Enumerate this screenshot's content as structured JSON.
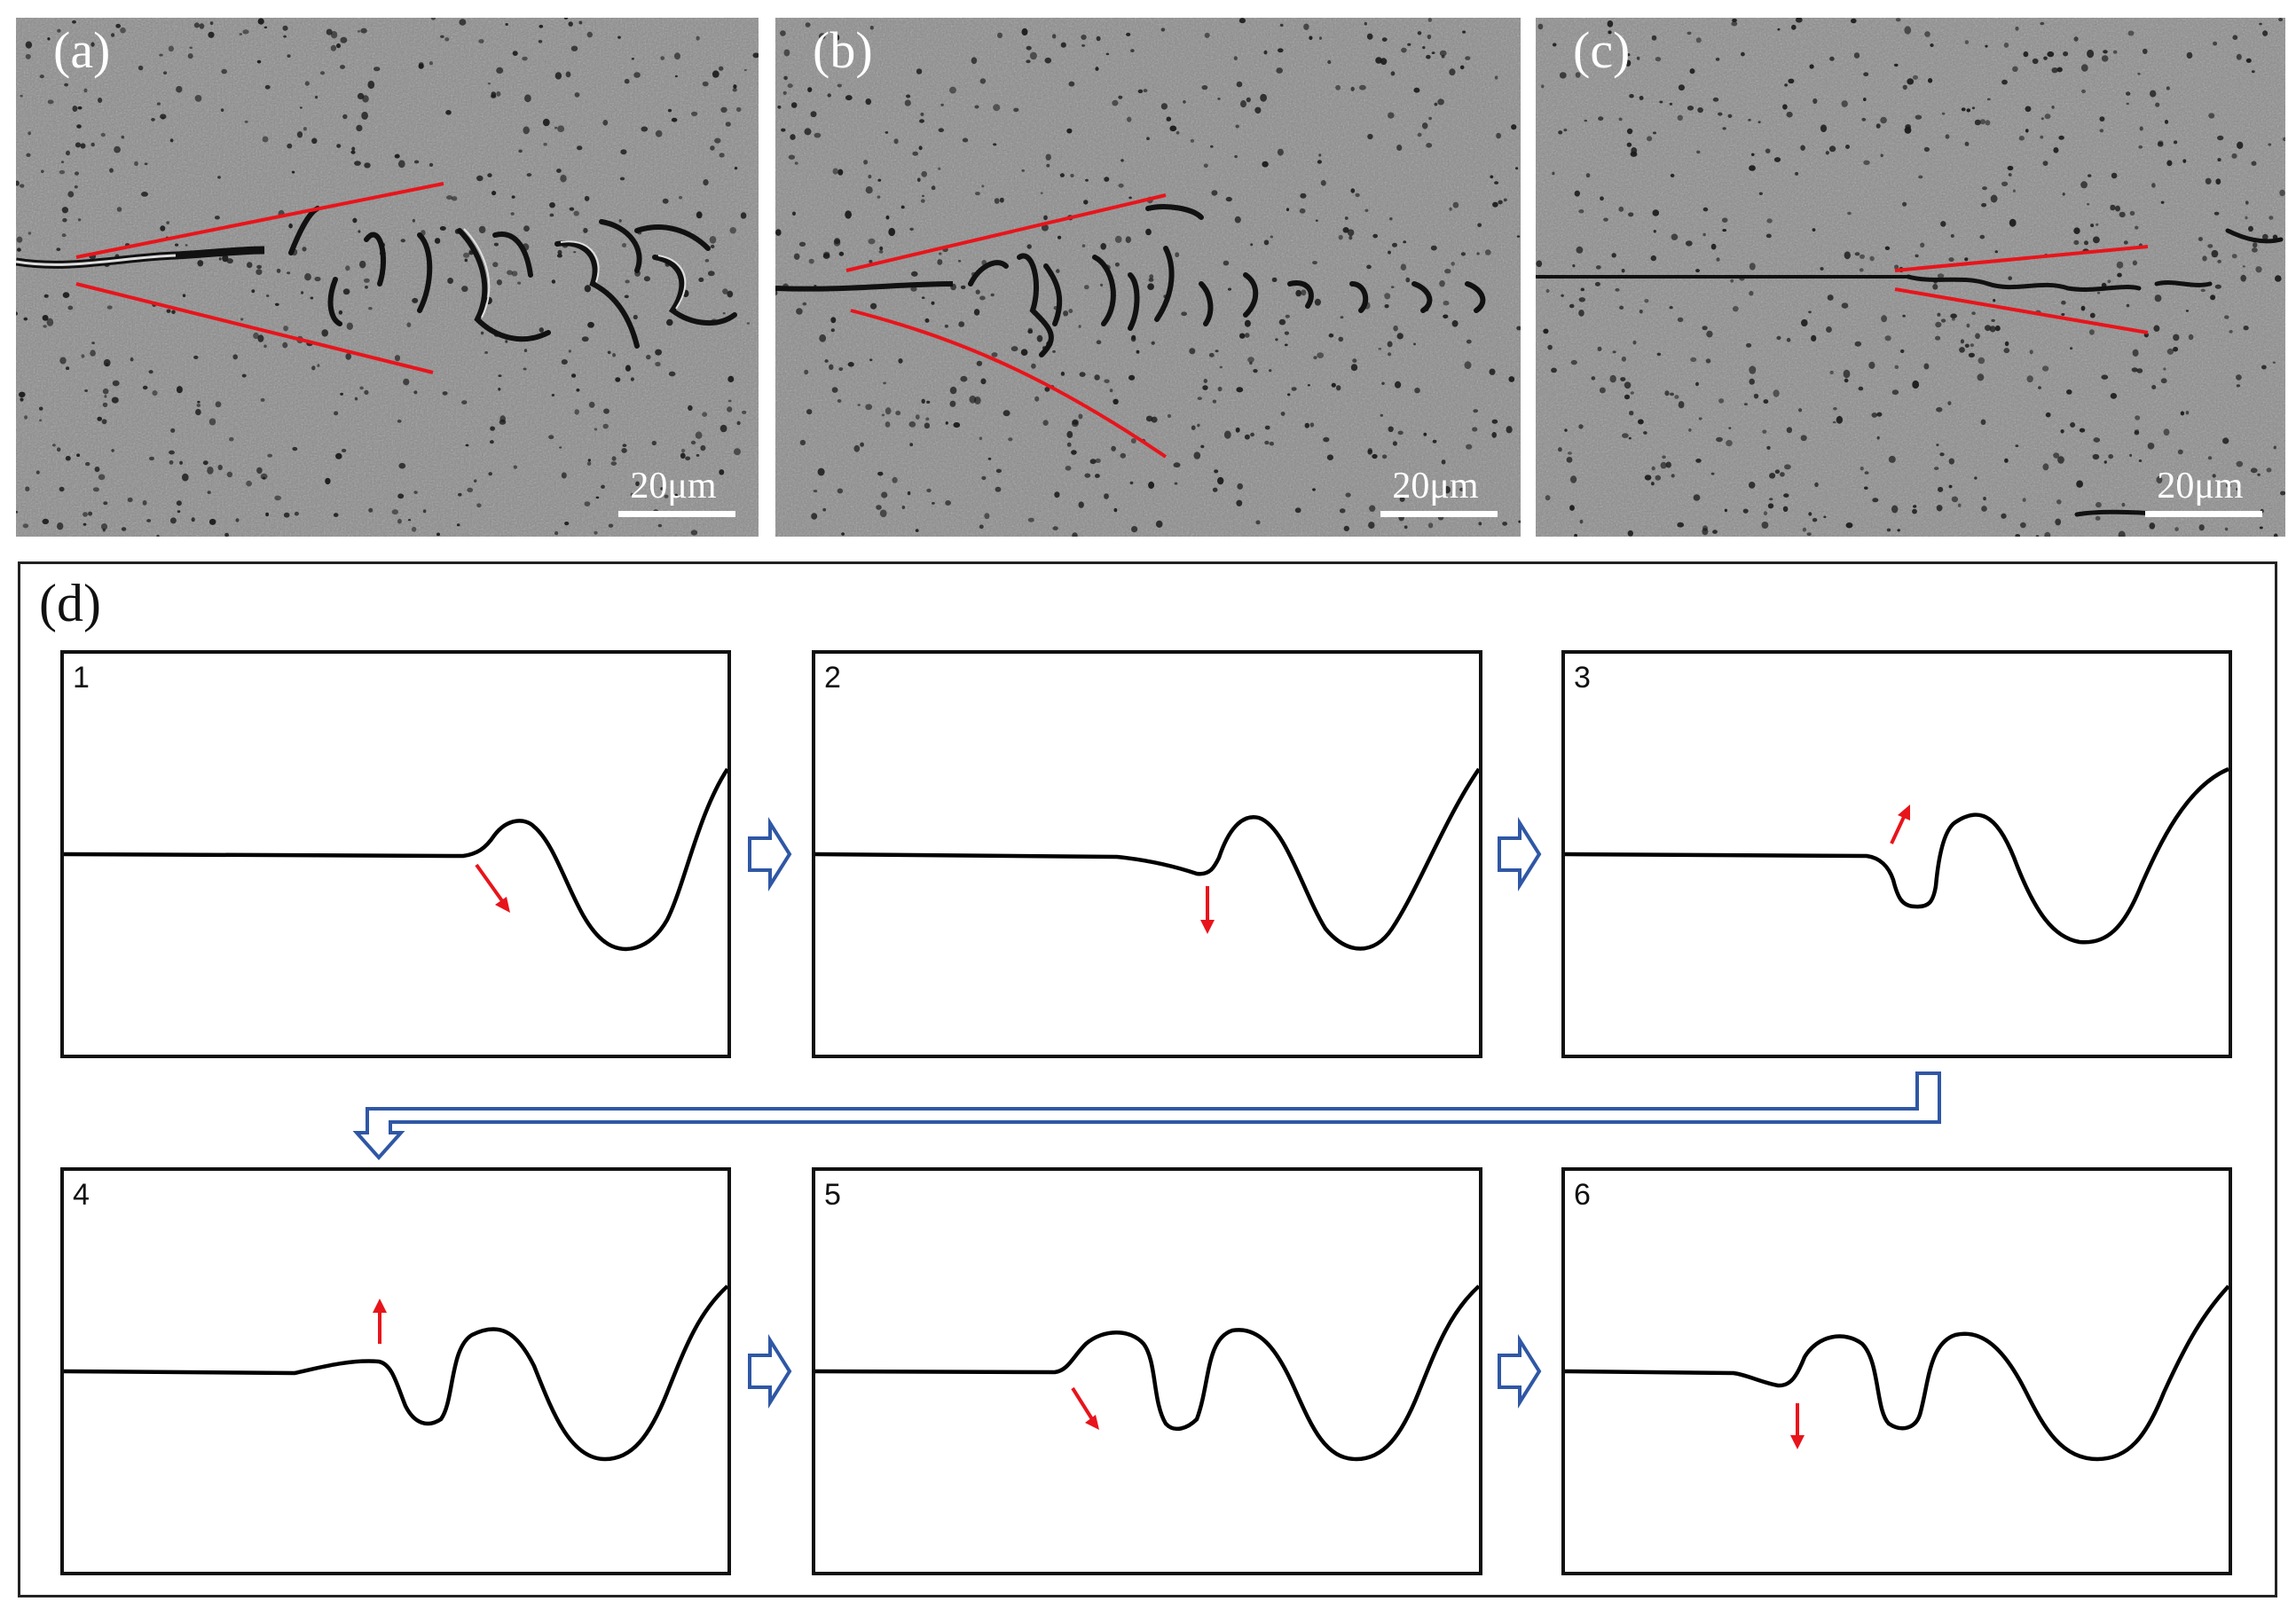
{
  "micrographs": [
    {
      "label": "(a)",
      "scale": "20μm"
    },
    {
      "label": "(b)",
      "scale": "20μm"
    },
    {
      "label": "(c)",
      "scale": "20μm"
    }
  ],
  "schematic": {
    "label": "(d)",
    "steps": [
      "1",
      "2",
      "3",
      "4",
      "5",
      "6"
    ]
  },
  "colors": {
    "sem_background": "#8a8a8a",
    "guide_lines": "#e8141b",
    "arrows_red": "#e8141b",
    "flow_arrows": "#2f57a5",
    "profile": "#000000"
  }
}
